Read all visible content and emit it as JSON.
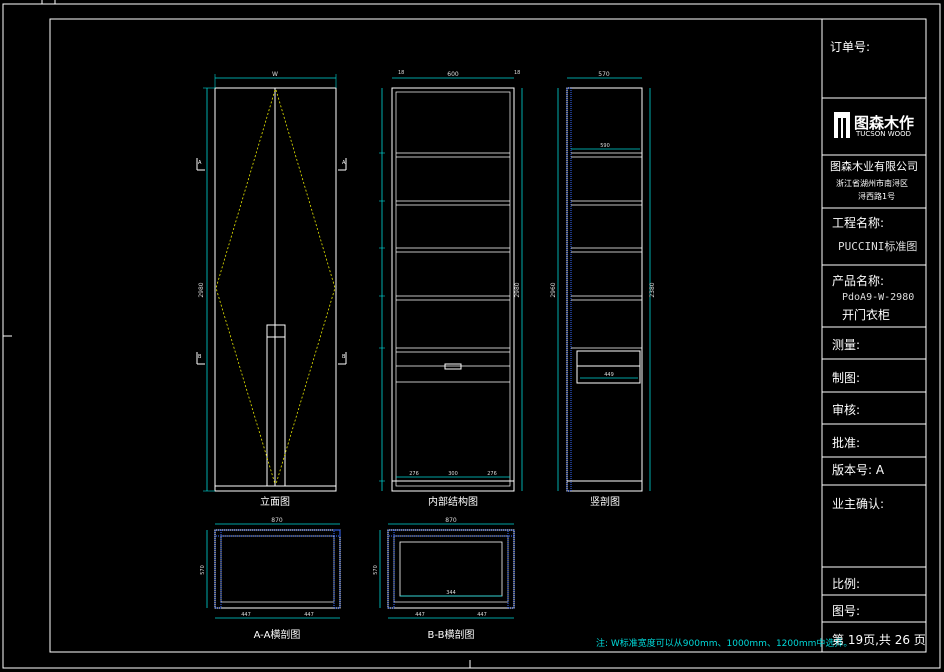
{
  "title_block": {
    "order_no_label": "订单号:",
    "brand_cn": "图森木作",
    "brand_en": "TUCSON WOOD",
    "company": "图森木业有限公司",
    "address_line1": "浙江省湖州市南浔区",
    "address_line2": "浔西路1号",
    "project_label": "工程名称:",
    "project_value": "PUCCINI标准图",
    "product_label": "产品名称:",
    "product_code": "PdoA9-W-2980",
    "product_name": "开门衣柜",
    "measure_label": "测量:",
    "draw_label": "制图:",
    "review_label": "审核:",
    "approve_label": "批准:",
    "version_label": "版本号: A",
    "owner_label": "业主确认:",
    "scale_label": "比例:",
    "drawing_no_label": "图号:",
    "page_label": "第 19页,共 26 页"
  },
  "captions": {
    "front": "立面图",
    "internal": "内部结构图",
    "section": "竖剖图",
    "aa": "A-A横剖图",
    "bb": "B-B横剖图"
  },
  "note": "注: W标准宽度可以从900mm、1000mm、1200mm中选择。",
  "dims": {
    "front_w": "W",
    "front_h": "2980",
    "int_top": "600",
    "int_h": "2980",
    "int_bottom": [
      "276",
      "300",
      "276"
    ],
    "sec_w": "570",
    "sec_inner": "590",
    "sec_h": "2960",
    "sec_hr": "2380",
    "sec_drawer": "449",
    "aa_w": "870",
    "aa_d": "570",
    "aa_b1": "447",
    "aa_b2": "447",
    "bb_w": "870",
    "bb_d": "570",
    "bb_inner": "344",
    "bb_b1": "447",
    "bb_b2": "447"
  },
  "colors": {
    "line": "#ffffff",
    "dim": "#00d8d8",
    "hatch": "#3a6bff",
    "dash": "#e6e600"
  }
}
